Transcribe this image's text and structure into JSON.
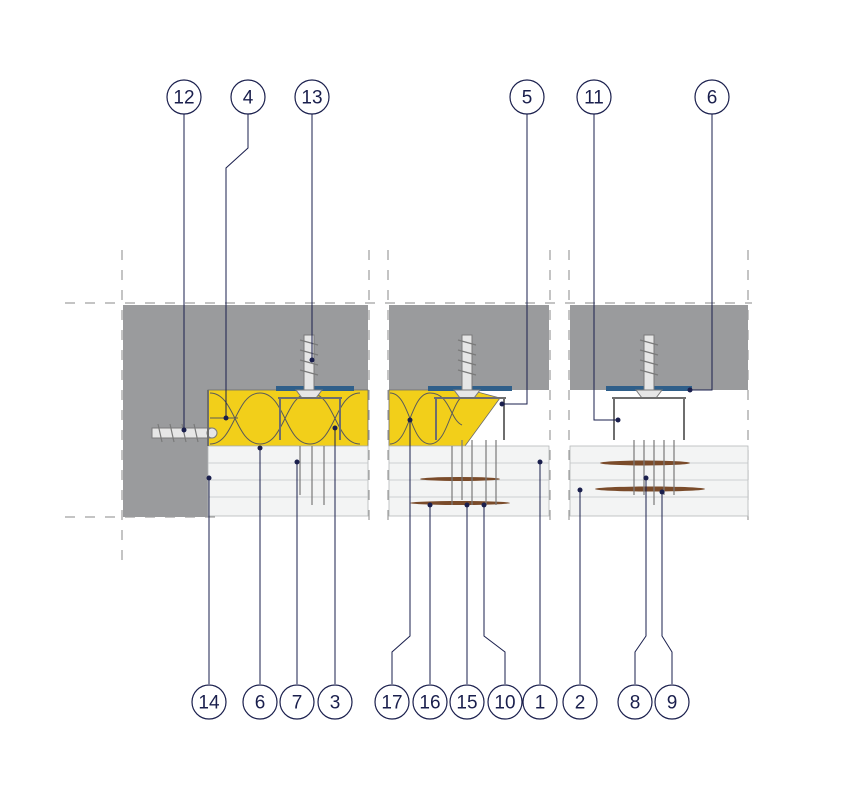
{
  "callouts_top": [
    {
      "label": "12"
    },
    {
      "label": "4"
    },
    {
      "label": "13"
    },
    {
      "label": "5"
    },
    {
      "label": "11"
    },
    {
      "label": "6"
    }
  ],
  "callouts_bottom": [
    {
      "label": "14"
    },
    {
      "label": "6"
    },
    {
      "label": "7"
    },
    {
      "label": "3"
    },
    {
      "label": "17"
    },
    {
      "label": "16"
    },
    {
      "label": "15"
    },
    {
      "label": "10"
    },
    {
      "label": "1"
    },
    {
      "label": "2"
    },
    {
      "label": "8"
    },
    {
      "label": "9"
    }
  ],
  "colors": {
    "concrete": "#9a9b9d",
    "insulation": "#f2cf1a",
    "board": "#f3f4f4",
    "strip": "#2f5f8a",
    "callout": "#1a1f4d"
  }
}
